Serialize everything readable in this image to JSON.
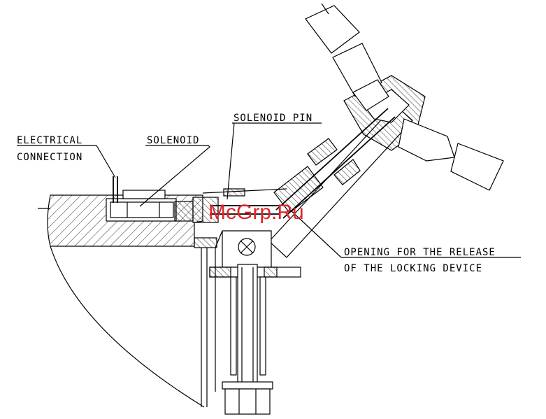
{
  "labels": {
    "electrical_connection_1": "ELECTRICAL",
    "electrical_connection_2": "CONNECTION",
    "solenoid": "SOLENOID",
    "solenoid_pin": "SOLENOID PIN",
    "opening_1": "OPENING FOR THE RELEASE",
    "opening_2": "OF THE LOCKING DEVICE"
  },
  "watermark": "McGrp.Ru"
}
